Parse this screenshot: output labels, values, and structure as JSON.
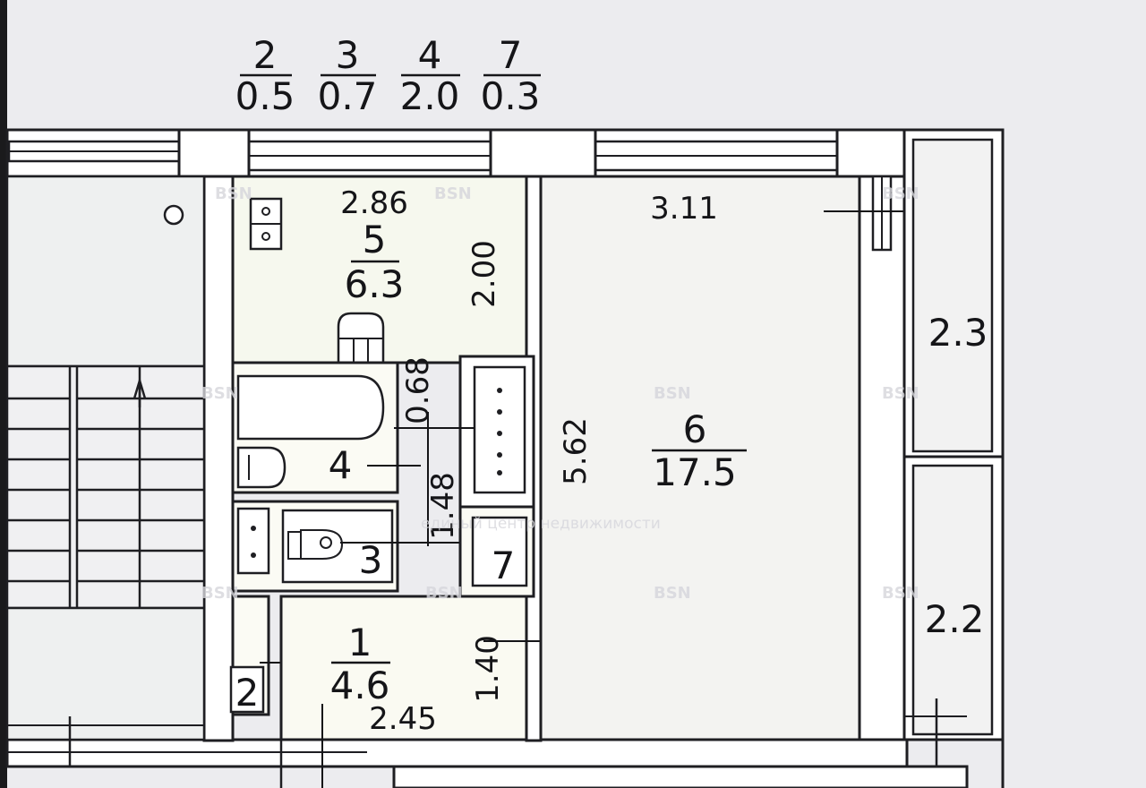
{
  "legend": [
    {
      "room": "2",
      "area": "0.5"
    },
    {
      "room": "3",
      "area": "0.7"
    },
    {
      "room": "4",
      "area": "2.0"
    },
    {
      "room": "7",
      "area": "0.3"
    }
  ],
  "rooms": {
    "r1": {
      "number": "1",
      "area": "4.6"
    },
    "r2": {
      "number": "2"
    },
    "r3": {
      "number": "3"
    },
    "r4": {
      "number": "4"
    },
    "r5": {
      "number": "5",
      "area": "6.3"
    },
    "r6": {
      "number": "6",
      "area": "17.5"
    },
    "r7": {
      "number": "7"
    }
  },
  "dimensions": {
    "d286": "2.86",
    "d200": "2.00",
    "d068": "0.68",
    "d148": "1.48",
    "d140": "1.40",
    "d245": "2.45",
    "d562": "5.62",
    "d311": "3.11"
  },
  "balconies": {
    "upper": "2.3",
    "lower": "2.2"
  },
  "watermark": {
    "brand": "BSN",
    "subtitle": "единый центр недвижимости"
  }
}
